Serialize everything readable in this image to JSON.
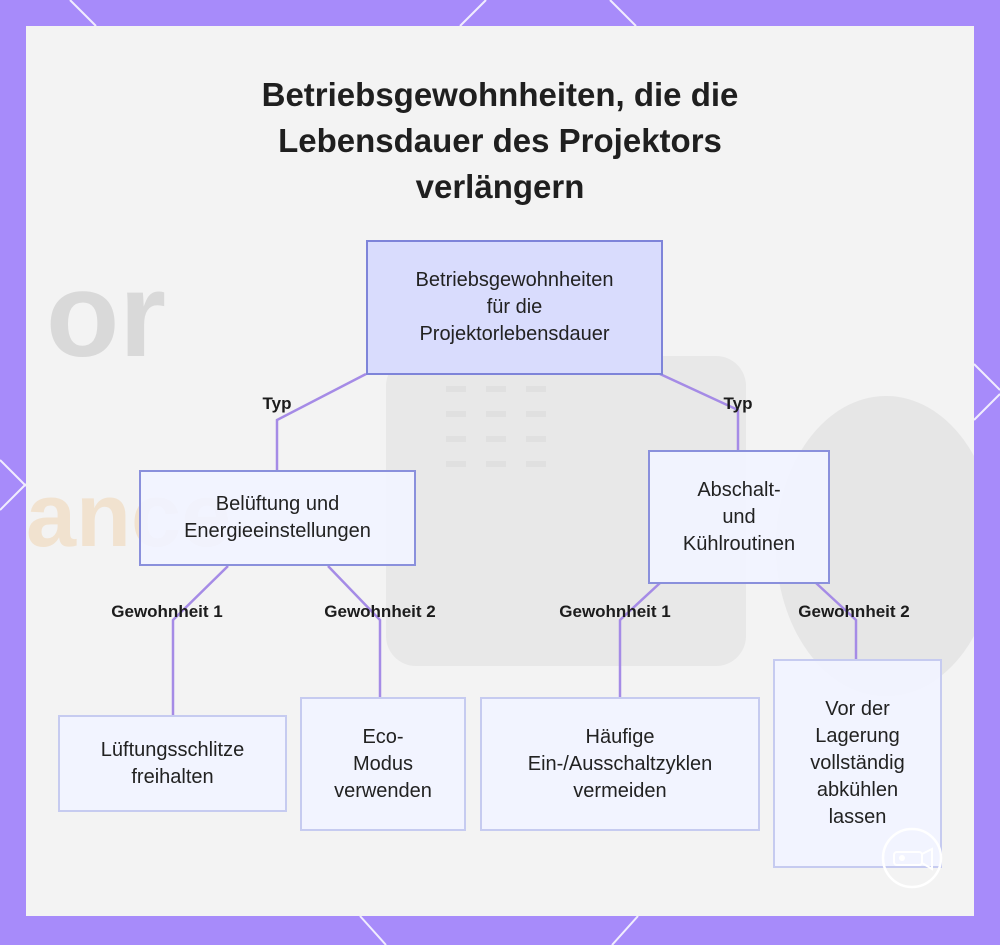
{
  "title": "Betriebsgewohnheiten, die die Lebensdauer des Projektors verlängern",
  "root": "Betriebsgewohnheiten für die Projektorlebensdauer",
  "edge_labels": {
    "type_left": "Typ",
    "type_right": "Typ",
    "left_habit_1": "Gewohnheit 1",
    "left_habit_2": "Gewohnheit 2",
    "right_habit_1": "Gewohnheit 1",
    "right_habit_2": "Gewohnheit 2"
  },
  "categories": {
    "ventilation": "Belüftung und Energieeinstellungen",
    "shutdown": "Abschalt- und Kühlroutinen"
  },
  "habits": {
    "keep_vents_clear": "Lüftungsschlitze freihalten",
    "use_eco_mode": "Eco-Modus verwenden",
    "avoid_power_cycles": "Häufige Ein-/Ausschaltzyklen vermeiden",
    "cool_before_storage": "Vor der Lagerung vollständig abkühlen lassen"
  },
  "colors": {
    "frame": "#a78bfa",
    "connector": "#a58be6",
    "root_fill": "#d9dcfd",
    "node_fill": "#f1f3ff"
  }
}
